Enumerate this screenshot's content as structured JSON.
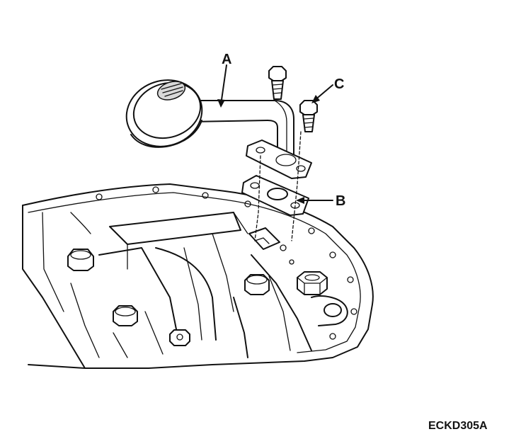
{
  "labels": {
    "a": "A",
    "b": "B",
    "c": "C"
  },
  "figure_code": "ECKD305A",
  "colors": {
    "ink": "#111111",
    "background": "#ffffff",
    "screen_fill": "#d8d8d8"
  }
}
